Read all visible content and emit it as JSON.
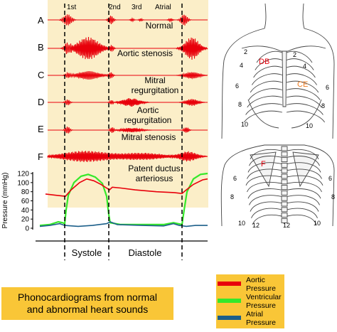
{
  "phonocardiogram": {
    "sound_labels": {
      "first": "1st",
      "second": "2nd",
      "third": "3rd",
      "atrial": "Atrial"
    },
    "traces": [
      {
        "letter": "A",
        "lines": [
          "Normal"
        ]
      },
      {
        "letter": "B",
        "lines": [
          "Aortic stenosis"
        ]
      },
      {
        "letter": "C",
        "lines": [
          "Mitral",
          "regurgitation"
        ]
      },
      {
        "letter": "D",
        "lines": [
          "Aortic",
          "regurgitation"
        ]
      },
      {
        "letter": "E",
        "lines": [
          "Mitral stenosis"
        ]
      },
      {
        "letter": "F",
        "lines": [
          "Patent ductus",
          "arteriosus"
        ]
      }
    ]
  },
  "pressure_chart": {
    "ylabel": "Pressure (mmHg)",
    "yticks": [
      "120",
      "100",
      "80",
      "60",
      "40",
      "20",
      "0"
    ],
    "ylim": [
      0,
      120
    ],
    "phases": {
      "systole": "Systole",
      "diastole": "Diastole"
    }
  },
  "legend": {
    "items": [
      {
        "name": "aortic",
        "lines": [
          "Aortic",
          "Pressure"
        ],
        "color": "#e8000b"
      },
      {
        "name": "ventricular",
        "lines": [
          "Ventricular",
          "Pressure"
        ],
        "color": "#35e82a"
      },
      {
        "name": "atrial",
        "lines": [
          "Atrial",
          "Pressure"
        ],
        "color": "#1c5f8a"
      }
    ]
  },
  "caption": {
    "line1": "Phonocardiograms from normal",
    "line2": "and abnormal heart sounds"
  },
  "chest_front": {
    "labels": [
      "2",
      "4",
      "6",
      "8",
      "10",
      "2",
      "4",
      "6",
      "8",
      "10"
    ],
    "points": [
      "DB",
      "CE"
    ]
  },
  "chest_back": {
    "labels": [
      "6",
      "8",
      "10",
      "12",
      "6",
      "8",
      "10",
      "12"
    ],
    "points": [
      "F"
    ]
  },
  "colors": {
    "trace": "#e8000b",
    "panel": "#fbeec8",
    "caption_bg": "#f9c637",
    "point_red": "#e8000b",
    "point_orange": "#f07c20"
  }
}
